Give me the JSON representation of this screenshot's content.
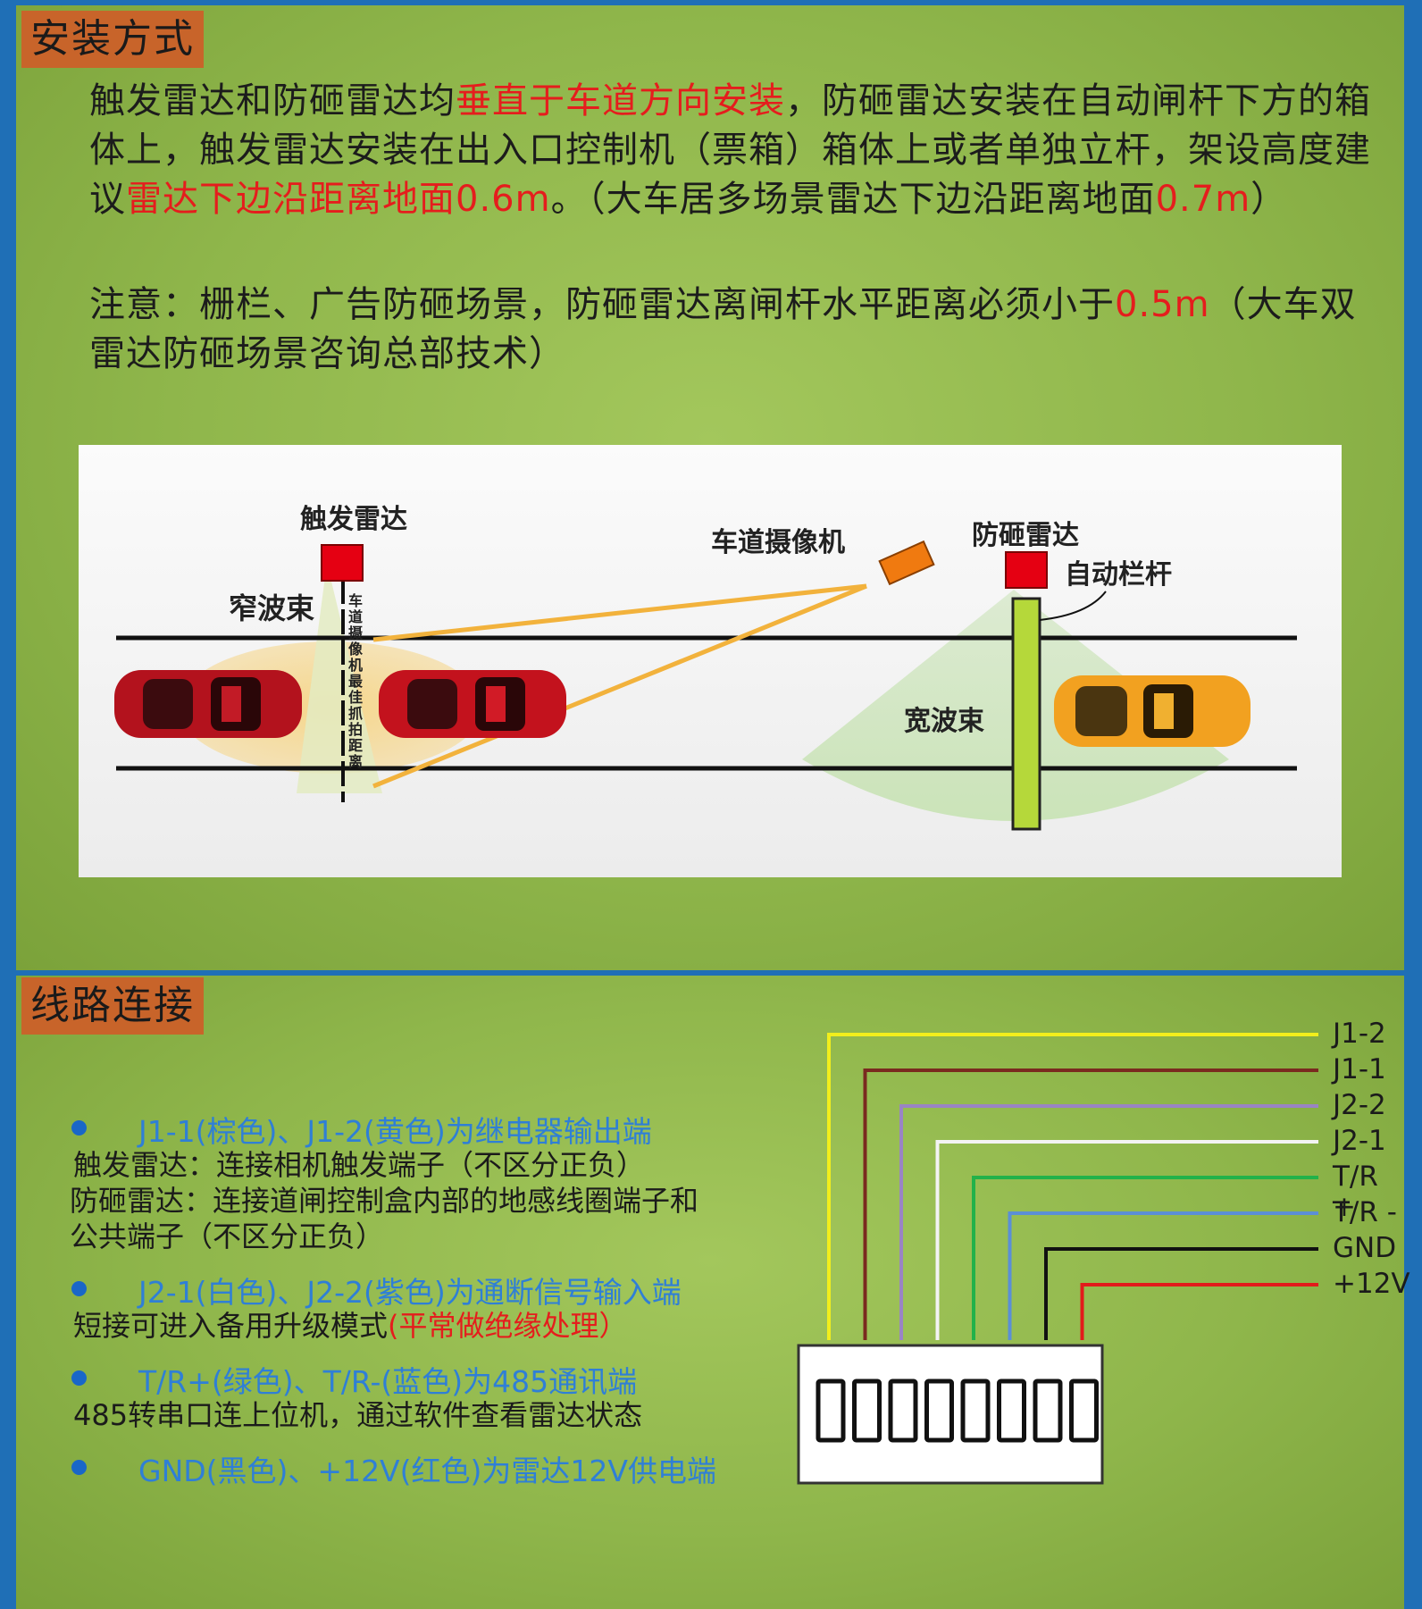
{
  "install": {
    "title": "安装方式",
    "p1_a": "触发雷达和防砸雷达均",
    "p1_red1": "垂直于车道方向安装",
    "p1_b": "，防砸雷达安装在自动闸杆下方的箱体上，触发雷达安装在出入口控制机（票箱）箱体上或者单独立杆，架设高度建议",
    "p1_red2": "雷达下边沿距离地面0.6m",
    "p1_c": "。（大车居多场景雷达下边沿距离地面",
    "p1_red3": "0.7m",
    "p1_d": "）",
    "p2_a": "注意：栅栏、广告防砸场景，防砸雷达离闸杆水平距离必须小于",
    "p2_red": "0.5m",
    "p2_b": "（大车双雷达防砸场景咨询总部技术）",
    "diagram": {
      "trigger_radar": "触发雷达",
      "narrow_beam": "窄波束",
      "vertical_text": "车道摄像机最佳抓拍距离",
      "lane_camera": "车道摄像机",
      "anti_smash_radar": "防砸雷达",
      "auto_barrier": "自动栏杆",
      "wide_beam": "宽波束",
      "colors": {
        "radar": "#e50012",
        "camera": "#f07a10",
        "beam": "#f6d586",
        "wide": "#c9e3b6",
        "pole": "#b5d83a"
      }
    }
  },
  "wiring": {
    "title": "线路连接",
    "items": [
      {
        "head": "J1-1(棕色)、J1-2(黄色)为继电器输出端",
        "lines": [
          "触发雷达：连接相机触发端子（不区分正负）",
          "防砸雷达：连接道闸控制盒内部的地感线圈端子和",
          "公共端子（不区分正负）"
        ]
      },
      {
        "head": "J2-1(白色)、J2-2(紫色)为通断信号输入端",
        "line_a": "短接可进入备用升级模式",
        "line_red": "(平常做绝缘处理）"
      },
      {
        "head": "T/R+(绿色)、T/R-(蓝色)为485通讯端",
        "lines": [
          "485转串口连上位机，通过软件查看雷达状态"
        ]
      },
      {
        "head": "GND(黑色)、+12V(红色)为雷达12V供电端"
      }
    ],
    "pins": [
      "J1-2",
      "J1-1",
      "J2-2",
      "J2-1",
      "T/R +",
      "T/R -",
      "GND",
      "+12V"
    ],
    "wire_colors": [
      "#f2ee1c",
      "#7a2a1f",
      "#9a84c4",
      "#f3f3f3",
      "#22b24a",
      "#5b8fd6",
      "#111111",
      "#e21b1b"
    ]
  }
}
